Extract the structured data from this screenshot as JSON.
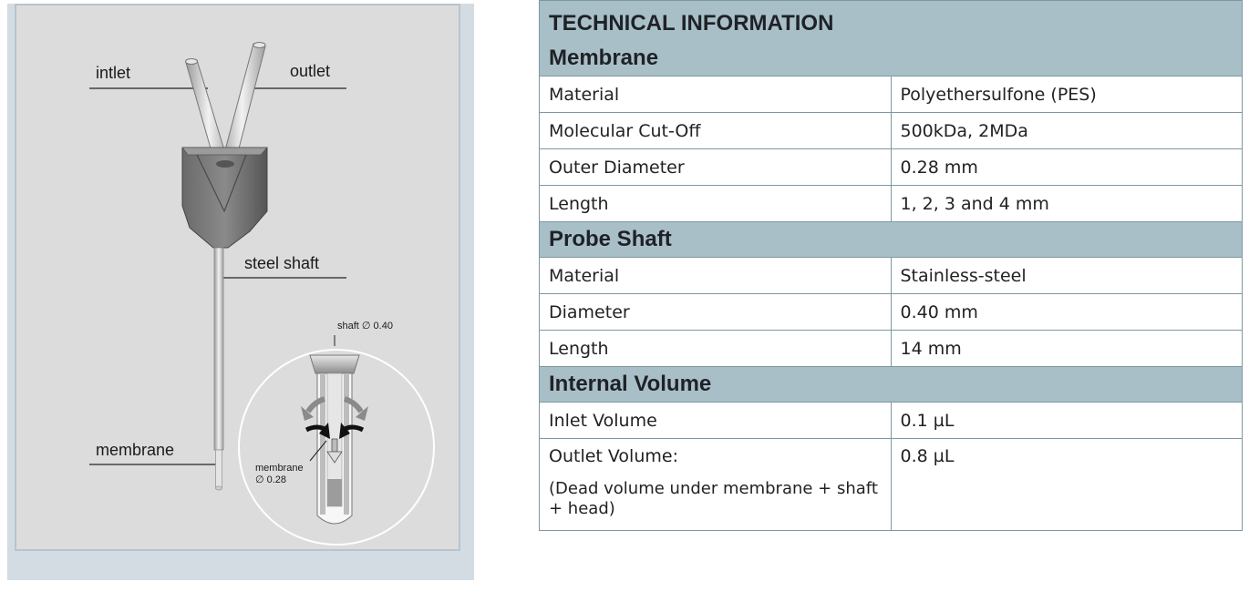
{
  "figure": {
    "labels": {
      "inlet": "intlet",
      "outlet": "outlet",
      "steel_shaft": "steel shaft",
      "membrane": "membrane",
      "shaft_diameter": "shaft ∅ 0.40",
      "membrane_small": "membrane",
      "membrane_diameter": "∅  0.28"
    }
  },
  "table": {
    "title": "TECHNICAL INFORMATION",
    "sections": [
      {
        "heading": "Membrane",
        "rows": [
          {
            "label": "Material",
            "value": "Polyethersulfone (PES)"
          },
          {
            "label": "Molecular  Cut-Off",
            "value": "500kDa, 2MDa"
          },
          {
            "label": "Outer Diameter",
            "value": "0.28 mm"
          },
          {
            "label": "Length",
            "value": "1, 2, 3 and 4 mm"
          }
        ]
      },
      {
        "heading": "Probe Shaft",
        "rows": [
          {
            "label": "Material",
            "value": "Stainless-steel"
          },
          {
            "label": "Diameter",
            "value": "0.40 mm"
          },
          {
            "label": "Length",
            "value": "14 mm"
          }
        ]
      },
      {
        "heading": "Internal Volume",
        "rows": [
          {
            "label": "Inlet Volume",
            "value": "0.1 µL"
          },
          {
            "label": "Outlet Volume:",
            "note": "(Dead volume under membrane + shaft + head)",
            "value": "0.8 µL"
          }
        ]
      }
    ]
  },
  "colors": {
    "header_bg": "#a9bfc8",
    "border": "#7f97a2",
    "figure_bg": "#dcdcdc",
    "figure_frame": "#d3dce2"
  }
}
